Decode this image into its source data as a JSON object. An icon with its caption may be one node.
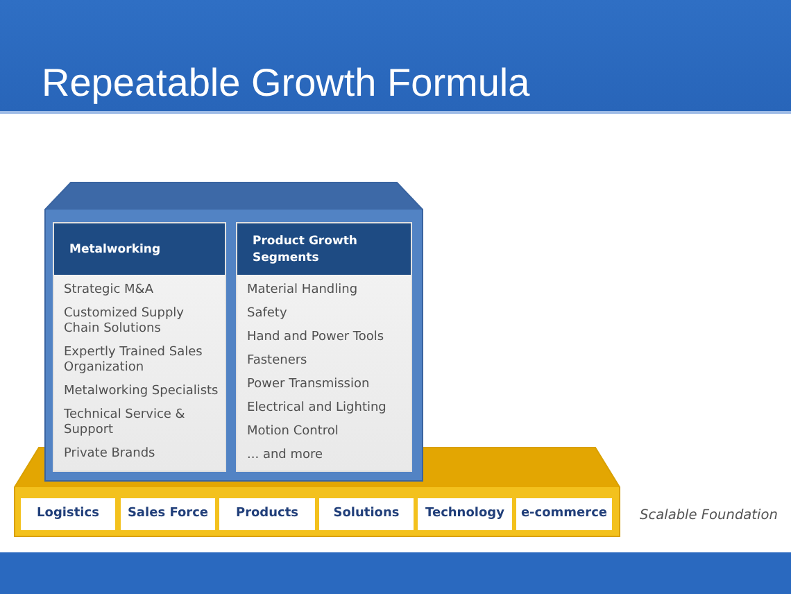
{
  "diagram": {
    "title": "Repeatable Growth Formula",
    "nodes": [
      {
        "text": [],
        "shape": "box"
      },
      {
        "text": [
          "Metalworking",
          "Strategic M&A",
          "Customized Supply Chain Solutions",
          "Expertly Trained Sales Organization",
          "Metalworking Specialists",
          "Technical Service & Support",
          "Private Brands"
        ],
        "in": 0
      },
      {
        "text": [
          "Product Growth Segments",
          "Material Handling",
          "Safety",
          "Hand and Power Tools",
          "Fasteners",
          "Power Transmission",
          "Electrical and Lighting",
          "Motion Control",
          "... and more"
        ],
        "in": 0
      },
      {
        "text": [],
        "shape": "box",
        "beside": [
          "Scalable Foundation"
        ]
      },
      {
        "text": [
          "Logistics"
        ],
        "in": 3
      },
      {
        "text": [
          "Sales Force"
        ],
        "in": 3
      },
      {
        "text": [
          "Products"
        ],
        "in": 3
      },
      {
        "text": [
          "Solutions"
        ],
        "in": 3
      },
      {
        "text": [
          "Technology"
        ],
        "in": 3
      },
      {
        "text": [
          "e-commerce"
        ],
        "in": 3
      }
    ]
  }
}
